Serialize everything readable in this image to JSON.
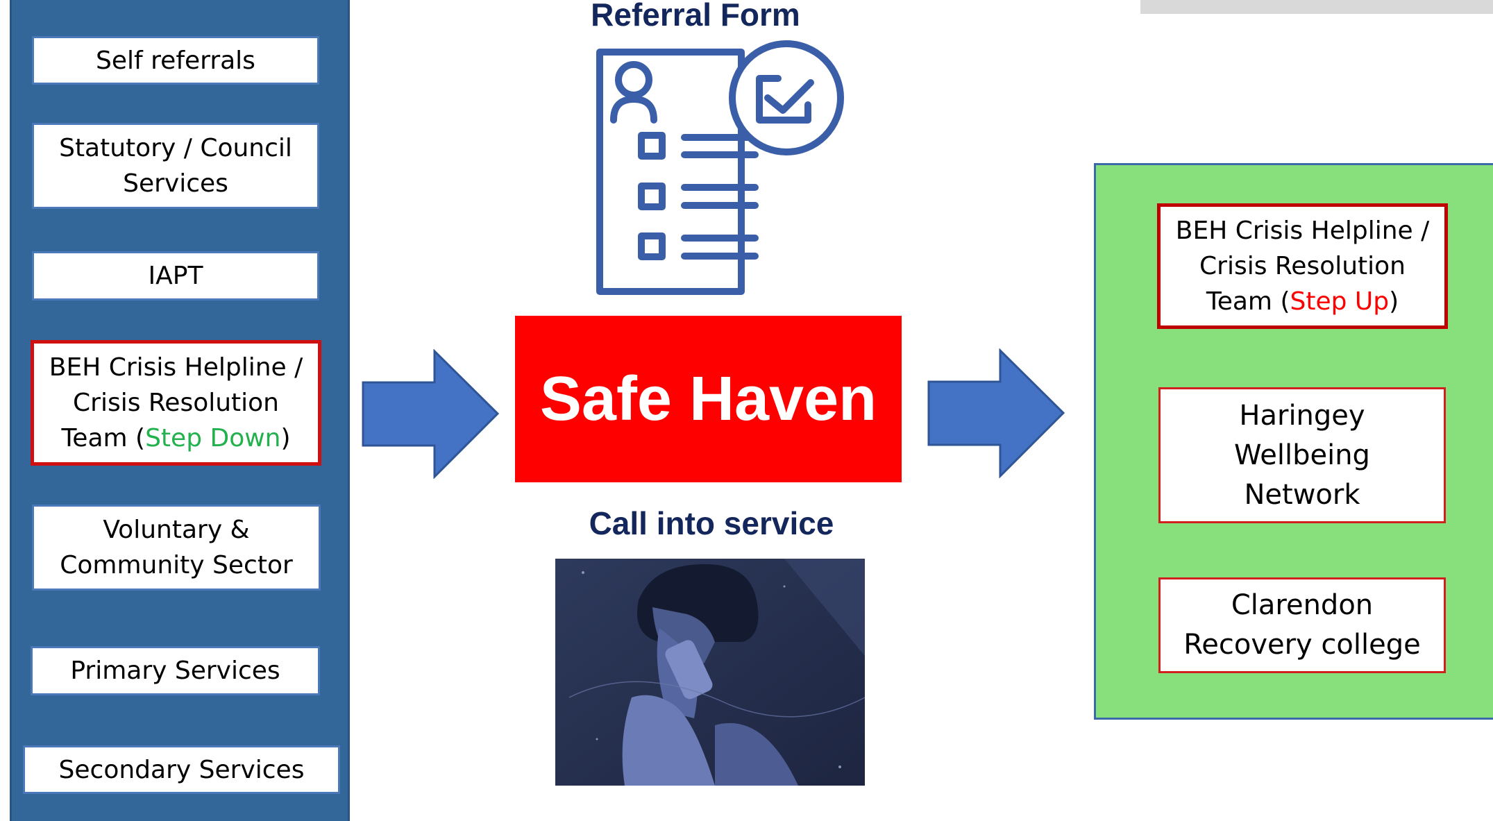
{
  "left_sources": {
    "items": [
      {
        "lines": [
          "Self referrals"
        ]
      },
      {
        "lines": [
          "Statutory / Council",
          "Services"
        ]
      },
      {
        "lines": [
          "IAPT"
        ]
      },
      {
        "line1": "BEH Crisis Helpline /",
        "line2": "Crisis Resolution",
        "line3_prefix": "Team (",
        "highlight": "Step Down",
        "line3_suffix": ")"
      },
      {
        "lines": [
          "Voluntary &",
          "Community Sector"
        ]
      },
      {
        "lines": [
          "Primary Services"
        ]
      },
      {
        "lines": [
          "Secondary Services"
        ]
      }
    ]
  },
  "center": {
    "referral_title": "Referral Form",
    "safe_haven": "Safe Haven",
    "call_title": "Call into service"
  },
  "right_destinations": {
    "items": [
      {
        "line1": "BEH Crisis Helpline /",
        "line2": "Crisis Resolution",
        "line3_prefix": "Team (",
        "highlight": "Step Up",
        "line3_suffix": ")"
      },
      {
        "lines": [
          "Haringey",
          "Wellbeing",
          "Network"
        ]
      },
      {
        "lines": [
          "Clarendon",
          "Recovery college"
        ]
      }
    ]
  },
  "icons": {
    "form_icon": "referral-form-icon",
    "arrows": "right-arrow-icon",
    "photo": "person-on-phone-illustration"
  },
  "colors": {
    "left_panel": "#336699",
    "safe_haven": "#ff0000",
    "right_panel": "#87e07c",
    "arrow": "#4472c4",
    "title_text": "#14275c",
    "step_down": "#22b14c",
    "step_up": "#ff0000"
  }
}
